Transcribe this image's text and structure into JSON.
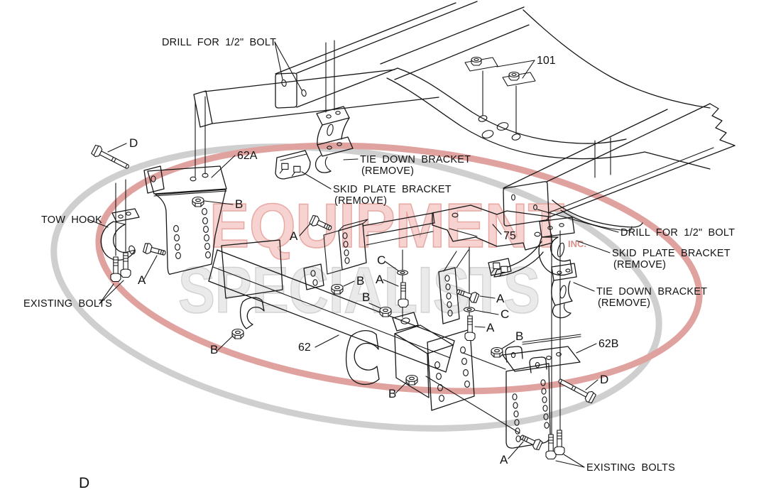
{
  "page": {
    "background": "#ffffff",
    "letter_d": "D"
  },
  "watermark": {
    "line1": "EQUIPMENT",
    "line1_suffix": "INC.",
    "line2": "SPECIALISTS",
    "colors": {
      "text_red_fill": "#f4c9c6",
      "text_red_stroke": "#e2968f",
      "text_gray_fill": "#e6e6e6",
      "text_gray_stroke": "#c9c9c9",
      "swoosh_red": "#d98c88",
      "swoosh_gray": "#c4c4c4",
      "inc_red": "#cf7570"
    }
  },
  "annotations": {
    "drill_bolt_left": "DRILL FOR 1/2\" BOLT",
    "drill_bolt_right": "DRILL FOR 1/2\" BOLT",
    "part_101": "101",
    "tie_down_bracket": "TIE DOWN BRACKET",
    "skid_plate_bracket": "SKID PLATE BRACKET",
    "remove_note": "(REMOVE)",
    "part_62a": "62A",
    "tow_hook": "TOW HOOK",
    "existing_bolts": "EXISTING BOLTS",
    "part_75": "75",
    "part_62": "62",
    "part_62b": "62B",
    "callout_a": "A",
    "callout_b": "B",
    "callout_c": "C",
    "callout_d": "D"
  }
}
